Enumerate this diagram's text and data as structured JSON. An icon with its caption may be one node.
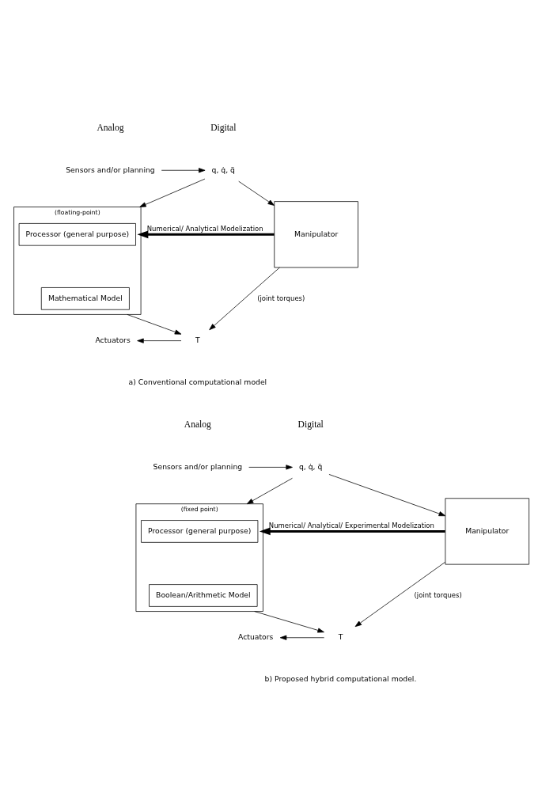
{
  "diagram": {
    "nodes": [
      {
        "text": [
          "Sensors and/or planning"
        ]
      },
      {
        "text": [
          "q, q̇, q̈"
        ]
      },
      {
        "text": [
          "Manipulator"
        ]
      },
      {
        "text": [
          "T"
        ]
      },
      {
        "text": [
          "Actuators"
        ]
      },
      {
        "text": [
          "(floating-point)"
        ]
      },
      {
        "text": [
          "Processor (general purpose)"
        ],
        "in": 5
      },
      {
        "text": [
          "Mathematical Model"
        ],
        "in": 5
      },
      {
        "text": [
          "Sensors and/or planning"
        ]
      },
      {
        "text": [
          "q, q̇, q̈"
        ]
      },
      {
        "text": [
          "Manipulator"
        ]
      },
      {
        "text": [
          "T"
        ]
      },
      {
        "text": [
          "Actuators"
        ]
      },
      {
        "text": [
          "(fixed point)"
        ]
      },
      {
        "text": [
          "Processor (general purpose)"
        ],
        "in": 13
      },
      {
        "text": [
          "Boolean/Arithmetic Model"
        ],
        "in": 13
      }
    ],
    "edges": [
      {
        "from": 0,
        "to": 1,
        "arrow": "to"
      },
      {
        "from": 1,
        "to": 2,
        "arrow": "to"
      },
      {
        "from": 1,
        "to": 5,
        "arrow": "to"
      },
      {
        "from": 2,
        "to": 5,
        "arrow": "to",
        "label": "Numerical/ Analytical Modelization",
        "style": "thick"
      },
      {
        "from": 2,
        "to": 3,
        "arrow": "to",
        "label": "(joint torques)"
      },
      {
        "from": 5,
        "to": 3,
        "arrow": "to"
      },
      {
        "from": 3,
        "to": 4,
        "arrow": "to"
      },
      {
        "from": 8,
        "to": 9,
        "arrow": "to"
      },
      {
        "from": 9,
        "to": 10,
        "arrow": "to"
      },
      {
        "from": 9,
        "to": 13,
        "arrow": "to"
      },
      {
        "from": 10,
        "to": 13,
        "arrow": "to",
        "label": "Numerical/ Analytical/ Experimental Modelization",
        "style": "thick"
      },
      {
        "from": 10,
        "to": 11,
        "arrow": "to",
        "label": "(joint torques)"
      },
      {
        "from": 13,
        "to": 11,
        "arrow": "to"
      },
      {
        "from": 11,
        "to": 12,
        "arrow": "to"
      }
    ],
    "labels": [
      "Analog",
      "Digital",
      "a) Conventional computational model",
      "Analog",
      "Digital",
      "b) Proposed hybrid computational model."
    ]
  }
}
